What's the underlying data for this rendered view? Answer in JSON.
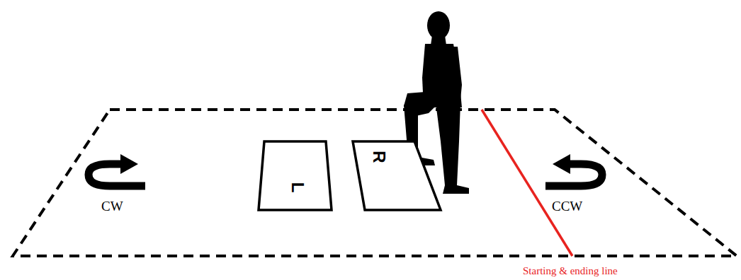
{
  "diagram": {
    "nodes": [
      {
        "text": [
          "L"
        ]
      },
      {
        "text": [
          "R"
        ]
      }
    ],
    "labels": [
      "CW",
      "CCW",
      "Starting & ending line"
    ]
  }
}
